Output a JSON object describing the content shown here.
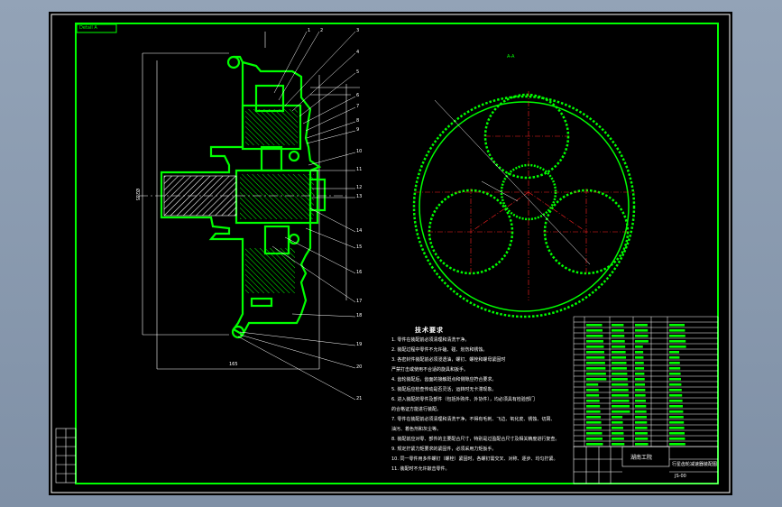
{
  "tech_notes": {
    "title": "技术要求",
    "lines": [
      "1. 零件在装配前必须清理和清洗干净。",
      "2. 装配过程中零件不允许磕、碰、划伤和锈蚀。",
      "3. 各密封件装配前必须浸透油，螺钉、螺栓和螺母紧固时",
      "   严禁打击或使用不合适的旋具和扳手。",
      "4. 齿轮装配后，齿面的接触斑点和侧隙应符合要求。",
      "5. 装配后应检查传动是否灵活，运转时无卡滞现象。",
      "6. 进入装配的零件及部件（包括外购件、外协件），均必须具有检验部门",
      "   的合格证方能进行装配。",
      "7. 零件在装配前必须清理和清洗干净，不得有毛刺、飞边、氧化皮、锈蚀、切屑、",
      "   油污、着色剂和灰尘等。",
      "8. 装配前应对零、部件的主要配合尺寸，特别是过盈配合尺寸及相关精度进行复查。",
      "9. 规定拧紧力矩要求的紧固件，必须采用力矩扳手。",
      "10. 同一零件用多件螺钉（螺栓）紧固时，各螺钉需交叉、对称、逐步、均匀拧紧。",
      "11. 装配时不允许敲击零件。"
    ]
  },
  "title_block": {
    "drawing_name": "行星齿轮减速器装配图",
    "school": "湖南工院",
    "drawing_no": "JS-00"
  },
  "part_callouts": [
    "1",
    "2",
    "3",
    "4",
    "5",
    "6",
    "7",
    "8",
    "9",
    "10",
    "11",
    "12",
    "13",
    "14",
    "15",
    "16",
    "17",
    "18",
    "19",
    "20",
    "21"
  ],
  "top_label": "Detail A",
  "gear_view_label": "A-A",
  "dimension_labels": {
    "overall_height": "Ø285",
    "overall_length": "165"
  }
}
